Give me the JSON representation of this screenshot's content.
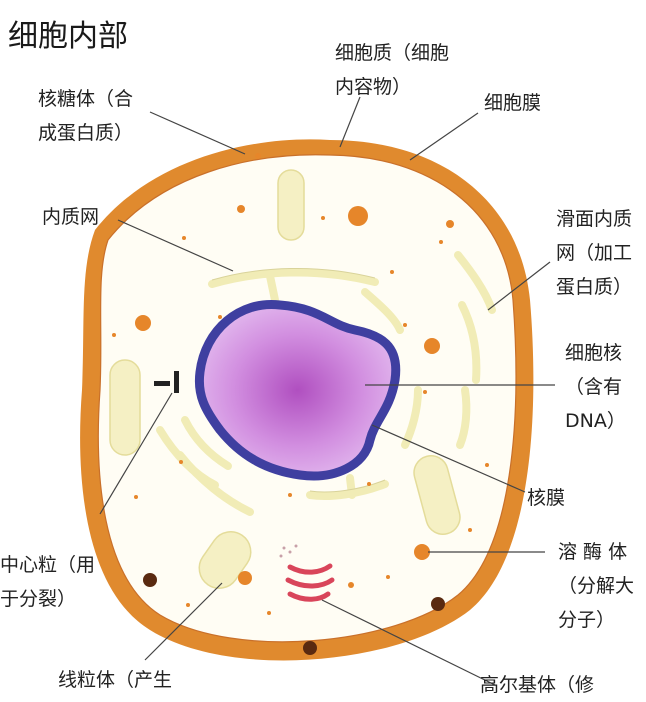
{
  "title": "细胞内部",
  "labels": {
    "ribosome": [
      "核糖体（合",
      "成蛋白质）"
    ],
    "cytoplasm": [
      "细胞质（细胞",
      "内容物）"
    ],
    "membrane": [
      "细胞膜"
    ],
    "er": [
      "内质网"
    ],
    "smooth_er": [
      "滑面内质",
      "网（加工",
      "蛋白质）"
    ],
    "nucleus": [
      "细胞核",
      "（含有",
      "DNA）"
    ],
    "nuclear_membrane": [
      "核膜"
    ],
    "centriole": [
      "中心粒（用",
      "于分裂）"
    ],
    "lysosome": [
      "溶 酶 体",
      "（分解大",
      "分子）"
    ],
    "mitochondria": [
      "线粒体（产生"
    ],
    "golgi": [
      "高尔基体（修"
    ]
  },
  "colors": {
    "membrane": "#e08a2e",
    "cytoplasm": "#fffdf4",
    "organelle": "#f5f0c4",
    "nucleus_fill": "#c77fd0",
    "nuclear_membrane": "#3f3fa0",
    "golgi": "#d9455a",
    "dots": "#e6862a"
  }
}
